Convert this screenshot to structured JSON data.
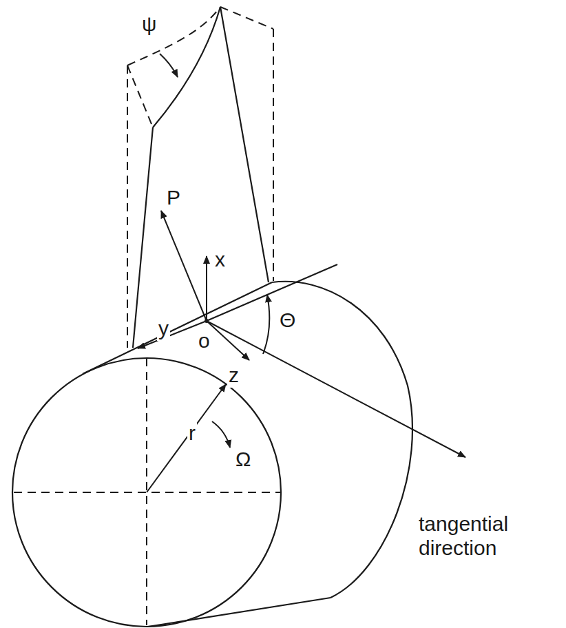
{
  "diagram": {
    "labels": [
      "ψ",
      "P",
      "x",
      "y",
      "o",
      "z",
      "Θ",
      "r",
      "Ω",
      "tangential direction"
    ]
  }
}
